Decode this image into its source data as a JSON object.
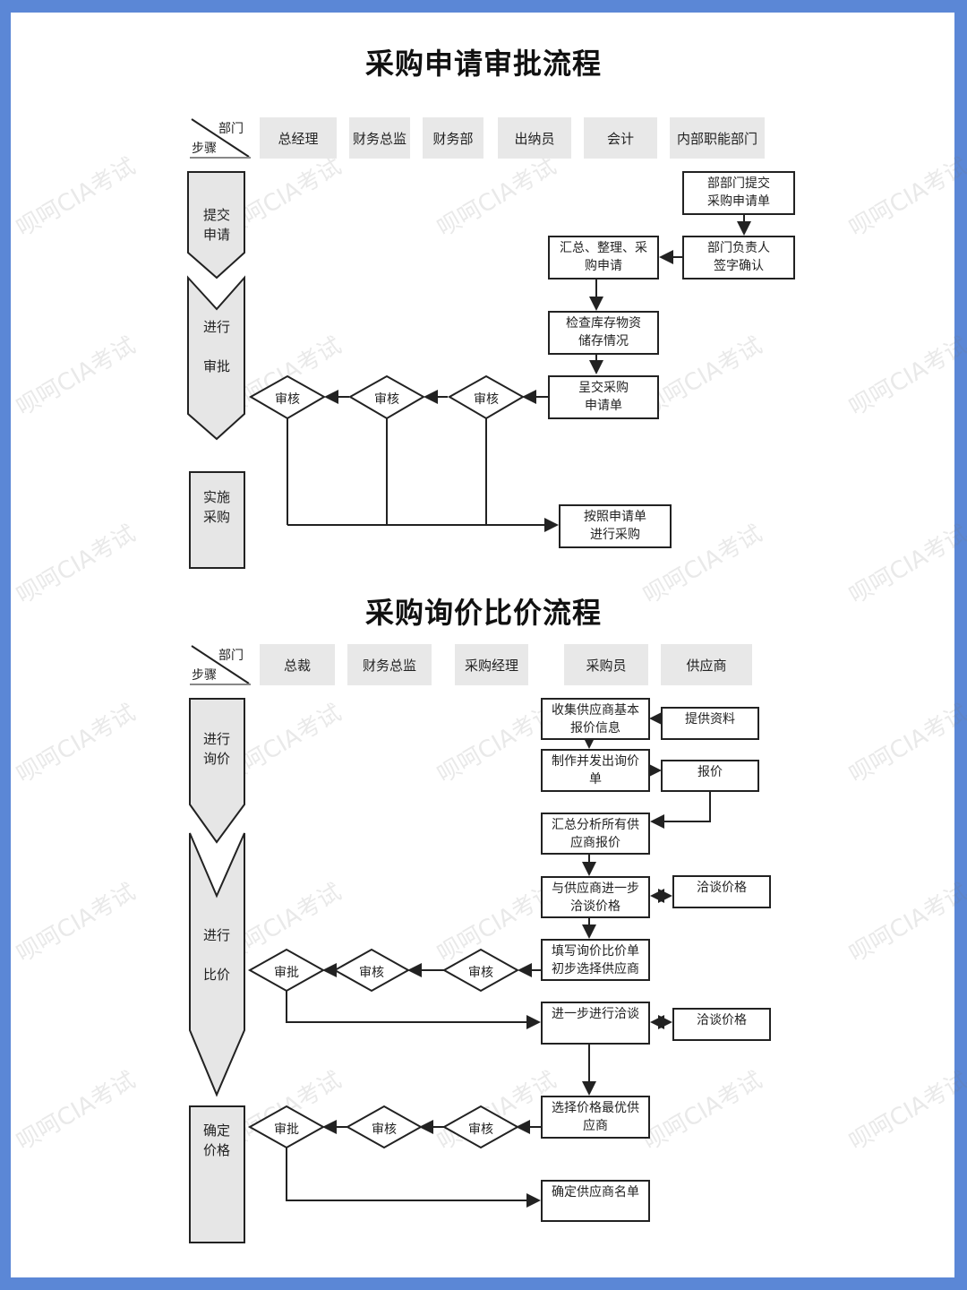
{
  "diagram1": {
    "title": "采购申请审批流程",
    "corner": {
      "dept": "部门",
      "step": "步骤"
    },
    "columns": [
      "总经理",
      "财务总监",
      "财务部",
      "出纳员",
      "会计",
      "内部职能部门"
    ],
    "stages": [
      "提交\n申请",
      "进行\n\n审批",
      "实施\n采购"
    ],
    "boxes": {
      "submit": "部部门提交\n采购申请单",
      "sign": "部门负责人\n签字确认",
      "summary": "汇总、整理、采\n购申请",
      "check": "检查库存物资\n储存情况",
      "present": "呈交采购\n申请单",
      "purchase": "按照申请单\n进行采购"
    },
    "diamonds": [
      "审核",
      "审核",
      "审核"
    ]
  },
  "diagram2": {
    "title": "采购询价比价流程",
    "corner": {
      "dept": "部门",
      "step": "步骤"
    },
    "columns": [
      "总裁",
      "财务总监",
      "采购经理",
      "采购员",
      "供应商"
    ],
    "stages": [
      "进行\n询价",
      "进行\n\n比价",
      "确定\n价格"
    ],
    "boxes": {
      "collect": "收集供应商基本\n报价信息",
      "provide": "提供资料",
      "make": "制作并发出询价\n单",
      "quote": "报价",
      "analyze": "汇总分析所有供\n应商报价",
      "negotiate1": "与供应商进一步\n洽谈价格",
      "negprice1": "洽谈价格",
      "fill": "填写询价比价单\n初步选择供应商",
      "further": "进一步进行洽谈",
      "negprice2": "洽谈价格",
      "select": "选择价格最优供\n应商",
      "confirm": "确定供应商名单"
    },
    "diamonds_row1": [
      "审批",
      "审核",
      "审核"
    ],
    "diamonds_row2": [
      "审批",
      "审核",
      "审核"
    ]
  },
  "watermark": "呗呵CIA考试"
}
